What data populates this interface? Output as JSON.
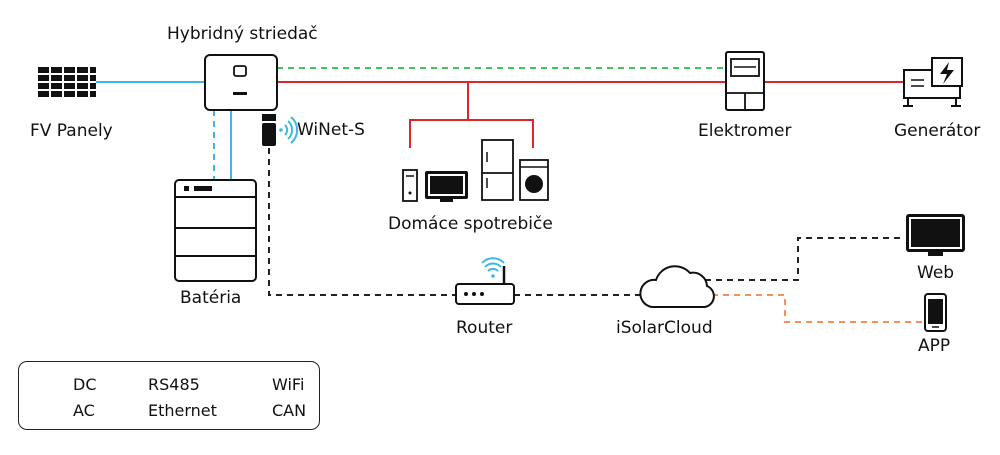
{
  "diagram": {
    "nodes": {
      "inverter": "Hybridný striedač",
      "pv": "FV Panely",
      "wifi_module": "WiNet-S",
      "battery": "Batéria",
      "appliances": "Domáce spotrebiče",
      "meter": "Elektromer",
      "generator": "Generátor",
      "router": "Router",
      "cloud": "iSolarCloud",
      "web": "Web",
      "app": "APP"
    },
    "legend": {
      "dc": "DC",
      "rs485": "RS485",
      "wifi": "WiFi",
      "ac": "AC",
      "ethernet": "Ethernet",
      "can": "CAN"
    },
    "colors": {
      "dc": "#3fb7e6",
      "rs485": "#43c35a",
      "ac": "#d9272e",
      "ethernet": "#222222",
      "can": "#3fb7e6",
      "wifi": "#3fb7e6",
      "app_link": "#f2915a"
    }
  }
}
